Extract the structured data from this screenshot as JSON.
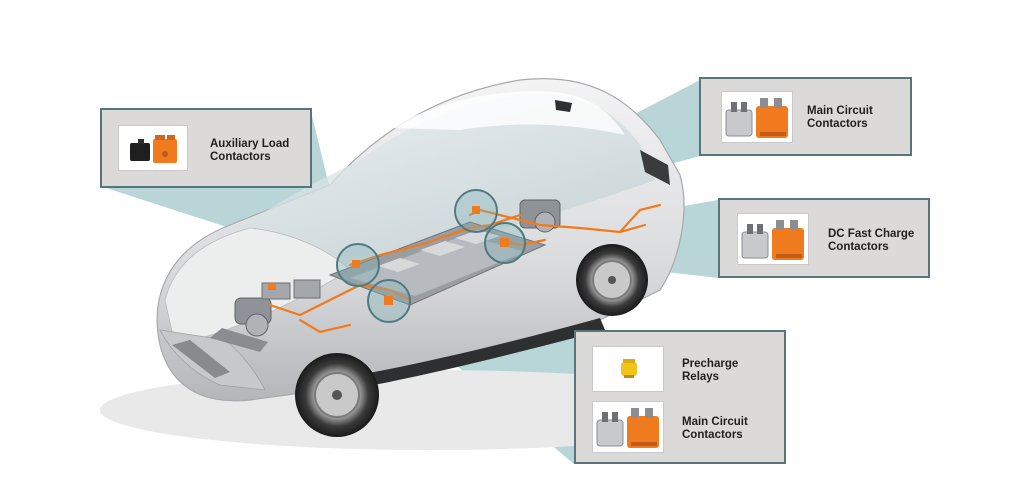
{
  "callouts": {
    "auxiliary": {
      "line1": "Auxiliary Load",
      "line2": "Contactors"
    },
    "main_top": {
      "line1": "Main Circuit",
      "line2": "Contactors"
    },
    "dc_fast": {
      "line1": "DC Fast Charge",
      "line2": "Contactors"
    },
    "precharge": {
      "line1": "Precharge",
      "line2": "Relays"
    },
    "main_bottom": {
      "line1": "Main Circuit",
      "line2": "Contactors"
    }
  },
  "colors": {
    "highlight_orange": "#f07b1e",
    "callout_border": "#58757a",
    "callout_fill": "#dcdad8",
    "beam_teal": "#7fb3b7"
  },
  "icons": [
    "contactor-icon",
    "relay-icon",
    "auxiliary-contactor-icon"
  ]
}
